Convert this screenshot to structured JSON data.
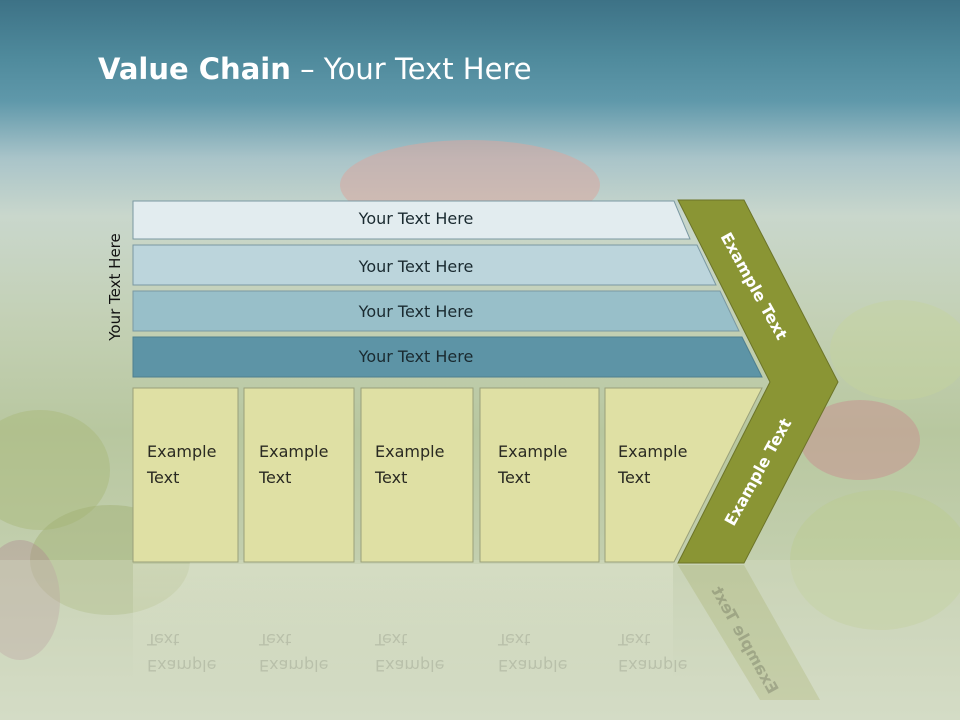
{
  "title": {
    "bold": "Value Chain",
    "rest": " – Your Text Here"
  },
  "side_label": "Your Text Here",
  "bars": [
    {
      "label": "Your Text Here",
      "fill": "#e2ecef"
    },
    {
      "label": "Your Text Here",
      "fill": "#bcd5dc"
    },
    {
      "label": "Your Text Here",
      "fill": "#98bfc9"
    },
    {
      "label": "Your Text Here",
      "fill": "#5d94a6"
    }
  ],
  "cells": [
    {
      "text": "Example\nText"
    },
    {
      "text": "Example\nText"
    },
    {
      "text": "Example\nText"
    },
    {
      "text": "Example\nText"
    },
    {
      "text": "Example\nText"
    }
  ],
  "chevron": {
    "upper": "Example Text",
    "lower": "Example Text",
    "fill": "#8a9534"
  },
  "colors": {
    "cell_fill": "#dfe0a4",
    "cell_border": "#9aa07a",
    "title": "#ffffff"
  }
}
